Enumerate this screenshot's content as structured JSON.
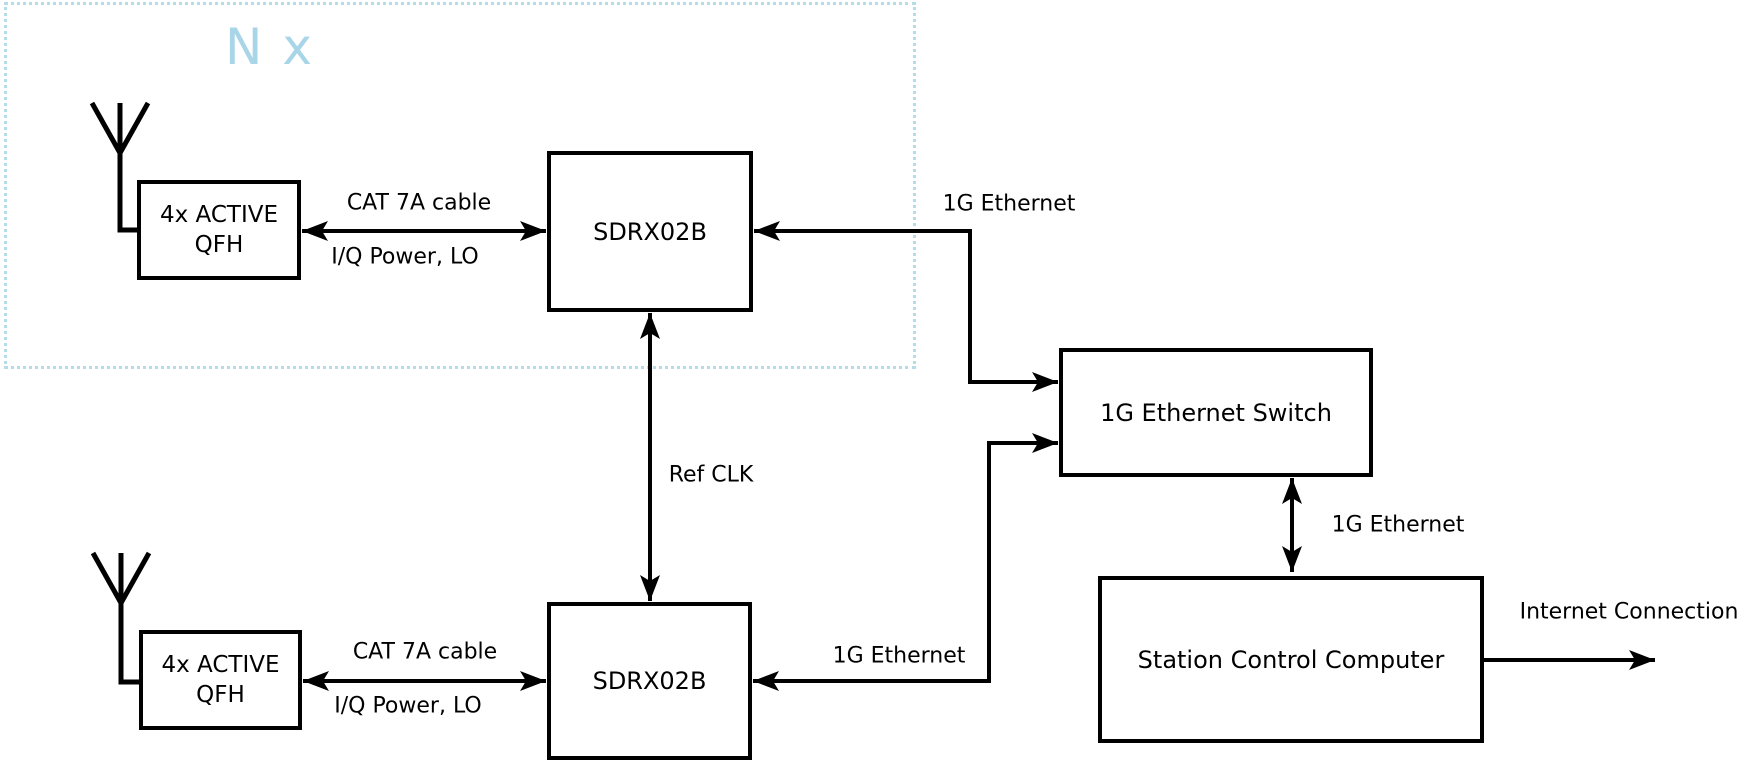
{
  "group": {
    "multiplier_label": "N x"
  },
  "nodes": {
    "qfh_top": {
      "line1": "4x ACTIVE",
      "line2": "QFH"
    },
    "qfh_bottom": {
      "line1": "4x ACTIVE",
      "line2": "QFH"
    },
    "sdrx_top": {
      "label": "SDRX02B"
    },
    "sdrx_bottom": {
      "label": "SDRX02B"
    },
    "ethernet_switch": {
      "label": "1G Ethernet Switch"
    },
    "station_computer": {
      "label": "Station Control Computer"
    }
  },
  "edges": {
    "cat7a_top": "CAT 7A cable",
    "iq_power_top": "I/Q Power, LO",
    "ethernet_top": "1G Ethernet",
    "ref_clk": "Ref CLK",
    "cat7a_bottom": "CAT 7A cable",
    "iq_power_bottom": "I/Q Power, LO",
    "ethernet_bottom": "1G Ethernet",
    "ethernet_switch_pc": "1G Ethernet",
    "internet": "Internet Connection"
  },
  "colors": {
    "accent_blue": "#a9d5e9",
    "group_border": "#b5dce9",
    "line": "#000000",
    "background": "#ffffff"
  }
}
